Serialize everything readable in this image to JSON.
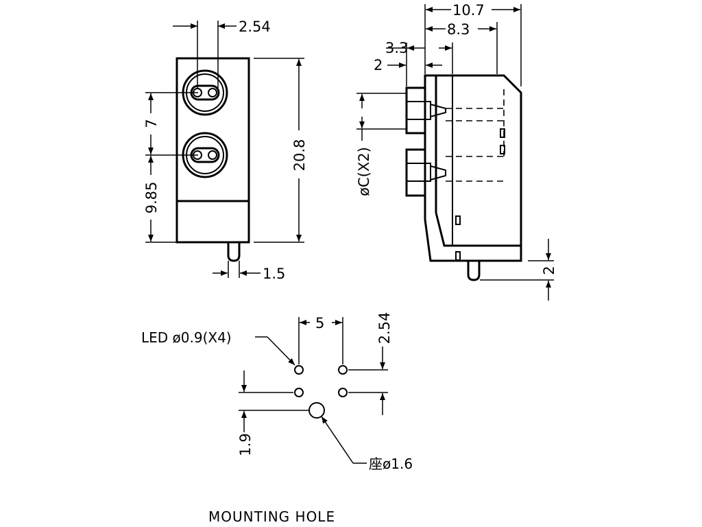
{
  "front_view": {
    "pitch_label": "2.54",
    "height_label": "20.8",
    "led_spacing_label": "7",
    "bottom_offset_label": "9.85",
    "pin_offset_label": "1.5"
  },
  "side_view": {
    "overall_depth_label": "10.7",
    "body_depth_label": "8.3",
    "lens_offset_label": "3.3",
    "lens_depth_label": "2",
    "lens_diameter_label": "øC(X2)",
    "pin_length_label": "2"
  },
  "mounting_hole": {
    "led_hole_label": "LED  ø0.9(X4)",
    "horizontal_pitch_label": "5",
    "vertical_pitch_label": "2.54",
    "post_offset_label": "1.9",
    "post_hole_label": "座ø1.6",
    "title": "MOUNTING  HOLE"
  }
}
